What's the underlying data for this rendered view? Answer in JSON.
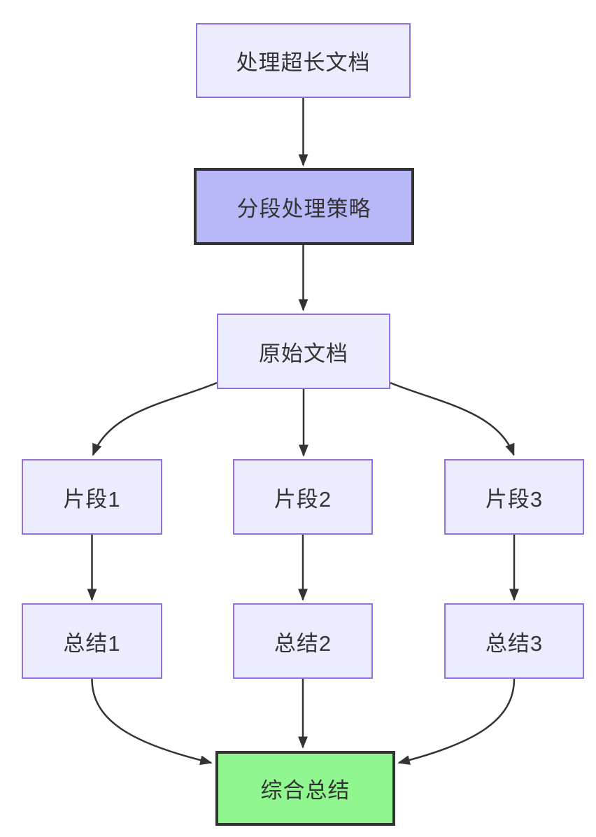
{
  "diagram": {
    "type": "flowchart",
    "direction": "top-down",
    "nodes": [
      {
        "id": "A",
        "label": "处理超长文档",
        "style": "default"
      },
      {
        "id": "B",
        "label": "分段处理策略",
        "style": "strategy"
      },
      {
        "id": "C",
        "label": "原始文档",
        "style": "default"
      },
      {
        "id": "D",
        "label": "片段1",
        "style": "default"
      },
      {
        "id": "E",
        "label": "片段2",
        "style": "default"
      },
      {
        "id": "F",
        "label": "片段3",
        "style": "default"
      },
      {
        "id": "G",
        "label": "总结1",
        "style": "default"
      },
      {
        "id": "H",
        "label": "总结2",
        "style": "default"
      },
      {
        "id": "I",
        "label": "总结3",
        "style": "default"
      },
      {
        "id": "J",
        "label": "综合总结",
        "style": "final"
      }
    ],
    "edges": [
      {
        "from": "A",
        "to": "B"
      },
      {
        "from": "B",
        "to": "C"
      },
      {
        "from": "C",
        "to": "D"
      },
      {
        "from": "C",
        "to": "E"
      },
      {
        "from": "C",
        "to": "F"
      },
      {
        "from": "D",
        "to": "G"
      },
      {
        "from": "E",
        "to": "H"
      },
      {
        "from": "F",
        "to": "I"
      },
      {
        "from": "G",
        "to": "J"
      },
      {
        "from": "H",
        "to": "J"
      },
      {
        "from": "I",
        "to": "J"
      }
    ],
    "colors": {
      "node_fill": "#ECECFF",
      "node_border": "#9370DB",
      "strategy_fill": "#b8b8f8",
      "strategy_border": "#333333",
      "final_fill": "#90f690",
      "final_border": "#333333",
      "edge": "#333333",
      "text": "#333333",
      "background": "#ffffff"
    }
  }
}
